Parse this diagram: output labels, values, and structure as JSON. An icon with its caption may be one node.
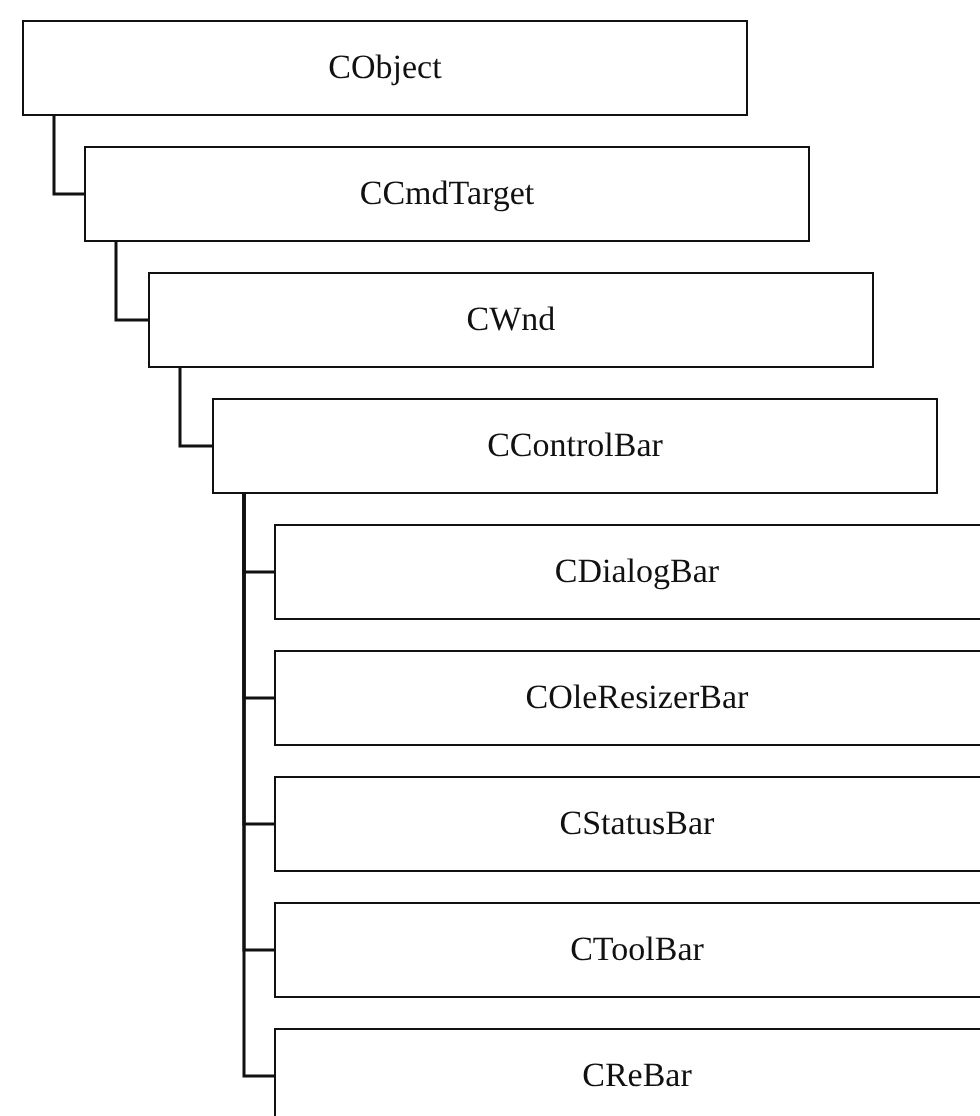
{
  "diagram": {
    "nodes": [
      {
        "text": [
          "CObject"
        ]
      },
      {
        "text": [
          "CCmdTarget"
        ]
      },
      {
        "text": [
          "CWnd"
        ]
      },
      {
        "text": [
          "CControlBar"
        ]
      },
      {
        "text": [
          "CDialogBar"
        ]
      },
      {
        "text": [
          "COleResizerBar"
        ]
      },
      {
        "text": [
          "CStatusBar"
        ]
      },
      {
        "text": [
          "CToolBar"
        ]
      },
      {
        "text": [
          "CReBar"
        ]
      }
    ],
    "edges": [
      {
        "from": 0,
        "to": 1,
        "arrow": "none"
      },
      {
        "from": 1,
        "to": 2,
        "arrow": "none"
      },
      {
        "from": 2,
        "to": 3,
        "arrow": "none"
      },
      {
        "from": 3,
        "to": 4,
        "arrow": "none"
      },
      {
        "from": 3,
        "to": 5,
        "arrow": "none"
      },
      {
        "from": 3,
        "to": 6,
        "arrow": "none"
      },
      {
        "from": 3,
        "to": 7,
        "arrow": "none"
      },
      {
        "from": 3,
        "to": 8,
        "arrow": "none"
      }
    ]
  }
}
